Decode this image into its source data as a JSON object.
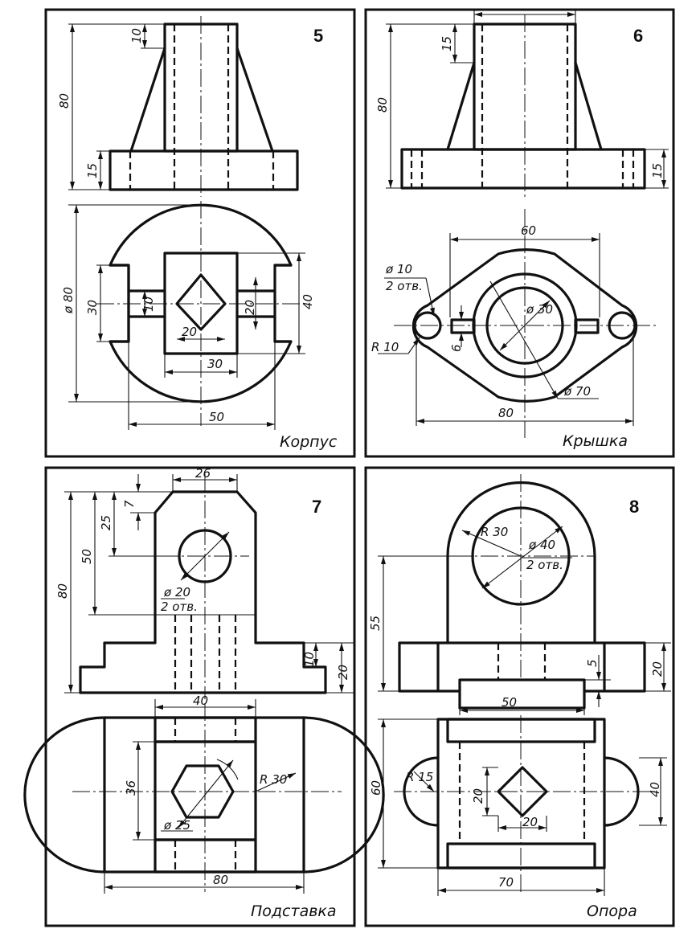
{
  "panels": [
    {
      "number": "5",
      "title": "Корпус",
      "dims": [
        "10",
        "80",
        "15",
        "ø 80",
        "30",
        "10",
        "20",
        "40",
        "20",
        "30",
        "50"
      ]
    },
    {
      "number": "6",
      "title": "Крышка",
      "dims": [
        "15",
        "80",
        "15",
        "60",
        "ø 10",
        "2 отв.",
        "ø 30",
        "R 10",
        "6",
        "ø 70",
        "80"
      ]
    },
    {
      "number": "7",
      "title": "Подставка",
      "dims": [
        "26",
        "7",
        "25",
        "50",
        "80",
        "ø 20",
        "2 отв.",
        "10",
        "20",
        "40",
        "36",
        "R 30",
        "ø 25",
        "80"
      ]
    },
    {
      "number": "8",
      "title": "Опора",
      "dims": [
        "R 30",
        "ø 40",
        "2 отв.",
        "55",
        "5",
        "20",
        "50",
        "60",
        "R 15",
        "20",
        "20",
        "40",
        "70"
      ]
    }
  ]
}
